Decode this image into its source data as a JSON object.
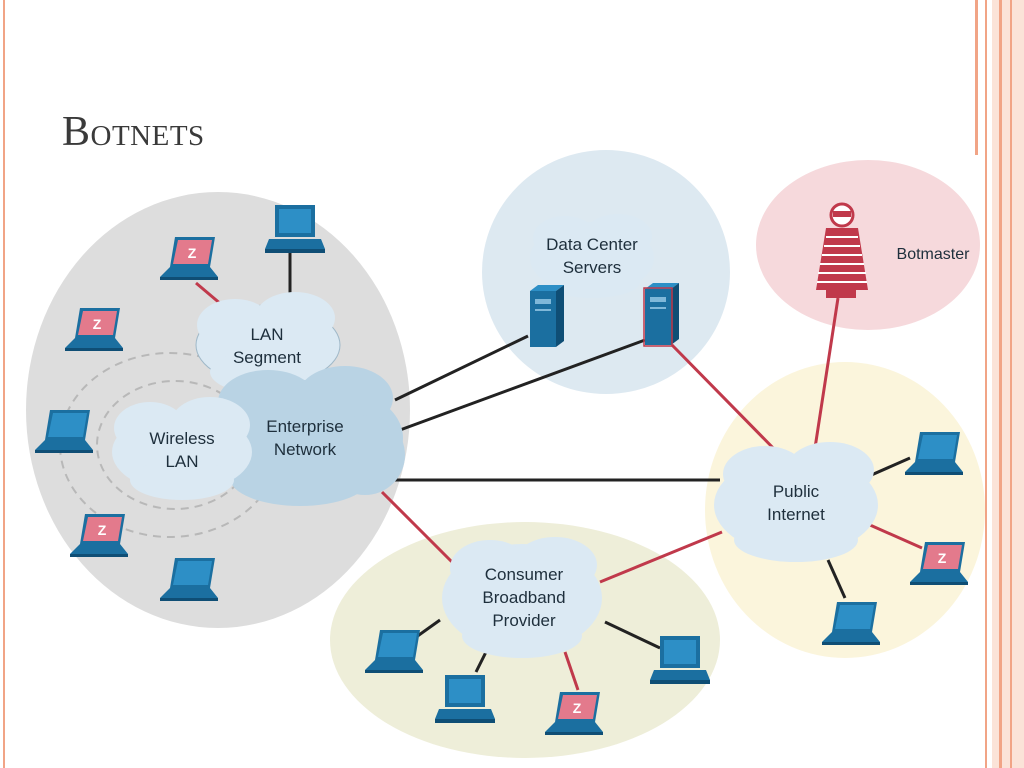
{
  "slide": {
    "title": "Botnets"
  },
  "diagram": {
    "labels": {
      "lan_segment_1": "LAN",
      "lan_segment_2": "Segment",
      "wireless_lan_1": "Wireless",
      "wireless_lan_2": "LAN",
      "enterprise_1": "Enterprise",
      "enterprise_2": "Network",
      "data_center_1": "Data Center",
      "data_center_2": "Servers",
      "botmaster": "Botmaster",
      "public_internet_1": "Public",
      "public_internet_2": "Internet",
      "consumer_1": "Consumer",
      "consumer_2": "Broadband",
      "consumer_3": "Provider"
    },
    "colors": {
      "enterprise_zone": "#dddddd",
      "datacenter_zone": "#dde9f1",
      "botmaster_zone": "#f6d9dc",
      "internet_zone": "#fbf5dc",
      "consumer_zone": "#eeeed9",
      "cloud_fill": "#dbe9f3",
      "enterprise_cloud_fill": "#b9d3e4",
      "device_blue": "#1b6fa0",
      "infected_link": "#c0394b",
      "clean_link": "#222222",
      "border_orange": "#f1a486"
    }
  }
}
